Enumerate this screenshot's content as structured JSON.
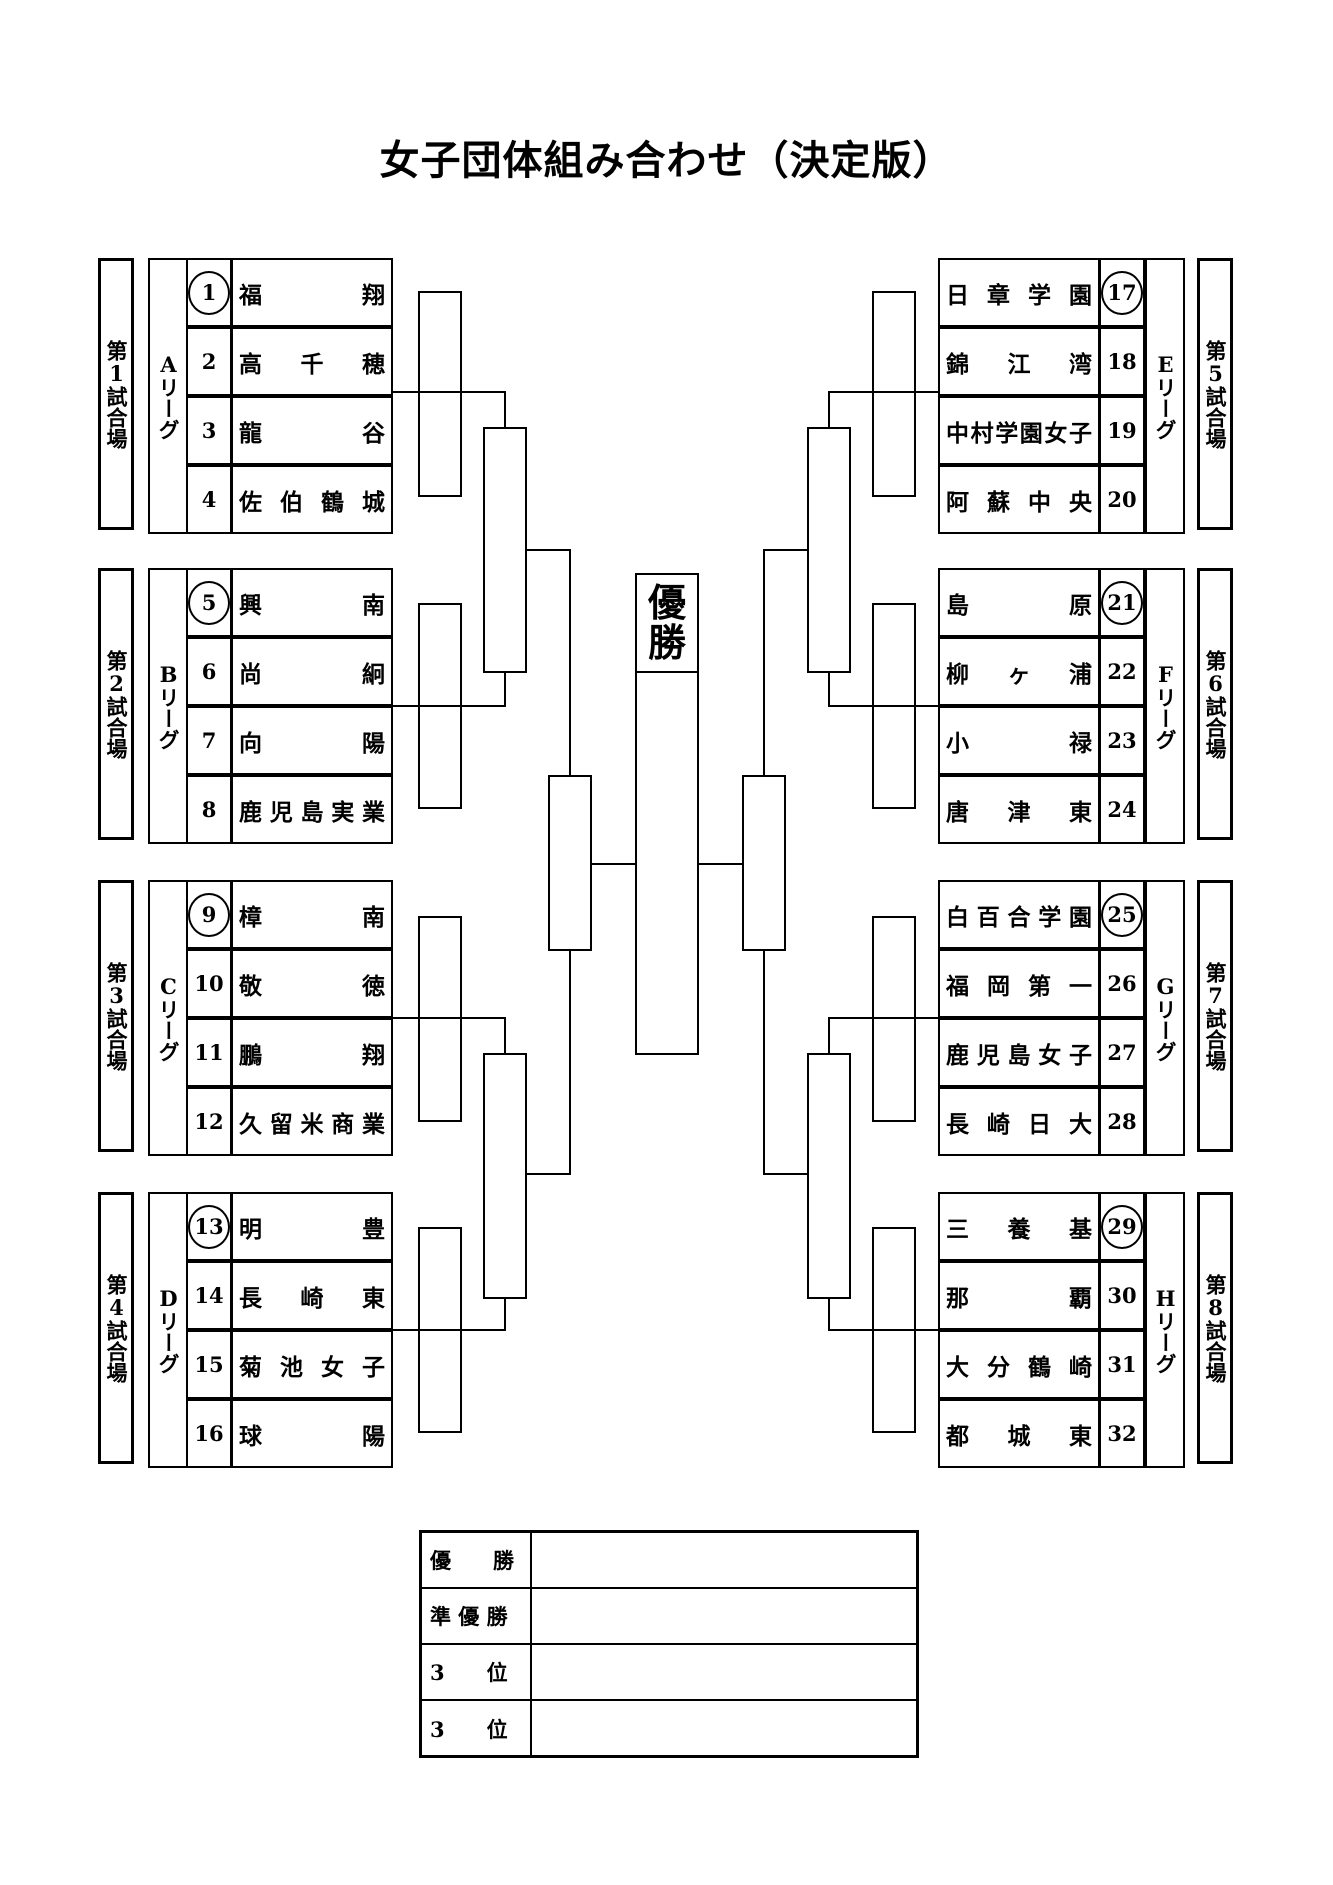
{
  "title": "女子団体組み合わせ（決定版）",
  "champion_label": [
    "優",
    "勝"
  ],
  "groups": [
    {
      "venue": "第1試合場",
      "league": "Aリーグ",
      "teams": [
        {
          "no": "1",
          "name": "福　　　翔",
          "seed": true
        },
        {
          "no": "2",
          "name": "高　千　穂",
          "seed": false
        },
        {
          "no": "3",
          "name": "龍　　　谷",
          "seed": false
        },
        {
          "no": "4",
          "name": "佐伯鶴城",
          "seed": false
        }
      ]
    },
    {
      "venue": "第2試合場",
      "league": "Bリーグ",
      "teams": [
        {
          "no": "5",
          "name": "興　　　南",
          "seed": true
        },
        {
          "no": "6",
          "name": "尚　　　絅",
          "seed": false
        },
        {
          "no": "7",
          "name": "向　　　陽",
          "seed": false
        },
        {
          "no": "8",
          "name": "鹿児島実業",
          "seed": false
        }
      ]
    },
    {
      "venue": "第3試合場",
      "league": "Cリーグ",
      "teams": [
        {
          "no": "9",
          "name": "樟　　　南",
          "seed": true
        },
        {
          "no": "10",
          "name": "敬　　　徳",
          "seed": false
        },
        {
          "no": "11",
          "name": "鵬　　　翔",
          "seed": false
        },
        {
          "no": "12",
          "name": "久留米商業",
          "seed": false
        }
      ]
    },
    {
      "venue": "第4試合場",
      "league": "Dリーグ",
      "teams": [
        {
          "no": "13",
          "name": "明　　　豊",
          "seed": true
        },
        {
          "no": "14",
          "name": "長　崎　東",
          "seed": false
        },
        {
          "no": "15",
          "name": "菊池女子",
          "seed": false
        },
        {
          "no": "16",
          "name": "球　　　陽",
          "seed": false
        }
      ]
    },
    {
      "venue": "第5試合場",
      "league": "Eリーグ",
      "teams": [
        {
          "no": "17",
          "name": "日章学園",
          "seed": true
        },
        {
          "no": "18",
          "name": "錦　江　湾",
          "seed": false
        },
        {
          "no": "19",
          "name": "中村学園女子",
          "seed": false
        },
        {
          "no": "20",
          "name": "阿蘇中央",
          "seed": false
        }
      ]
    },
    {
      "venue": "第6試合場",
      "league": "Fリーグ",
      "teams": [
        {
          "no": "21",
          "name": "島　　　原",
          "seed": true
        },
        {
          "no": "22",
          "name": "柳　ヶ　浦",
          "seed": false
        },
        {
          "no": "23",
          "name": "小　　　禄",
          "seed": false
        },
        {
          "no": "24",
          "name": "唐　津　東",
          "seed": false
        }
      ]
    },
    {
      "venue": "第7試合場",
      "league": "Gリーグ",
      "teams": [
        {
          "no": "25",
          "name": "白百合学園",
          "seed": true
        },
        {
          "no": "26",
          "name": "福岡第一",
          "seed": false
        },
        {
          "no": "27",
          "name": "鹿児島女子",
          "seed": false
        },
        {
          "no": "28",
          "name": "長崎日大",
          "seed": false
        }
      ]
    },
    {
      "venue": "第8試合場",
      "league": "Hリーグ",
      "teams": [
        {
          "no": "29",
          "name": "三　養　基",
          "seed": true
        },
        {
          "no": "30",
          "name": "那　　　覇",
          "seed": false
        },
        {
          "no": "31",
          "name": "大分鶴崎",
          "seed": false
        },
        {
          "no": "32",
          "name": "都　城　東",
          "seed": false
        }
      ]
    }
  ],
  "results": [
    {
      "label": "優　　勝",
      "value": ""
    },
    {
      "label": "準 優 勝",
      "value": ""
    },
    {
      "label": "3　　位",
      "value": ""
    },
    {
      "label": "3　　位",
      "value": ""
    }
  ]
}
